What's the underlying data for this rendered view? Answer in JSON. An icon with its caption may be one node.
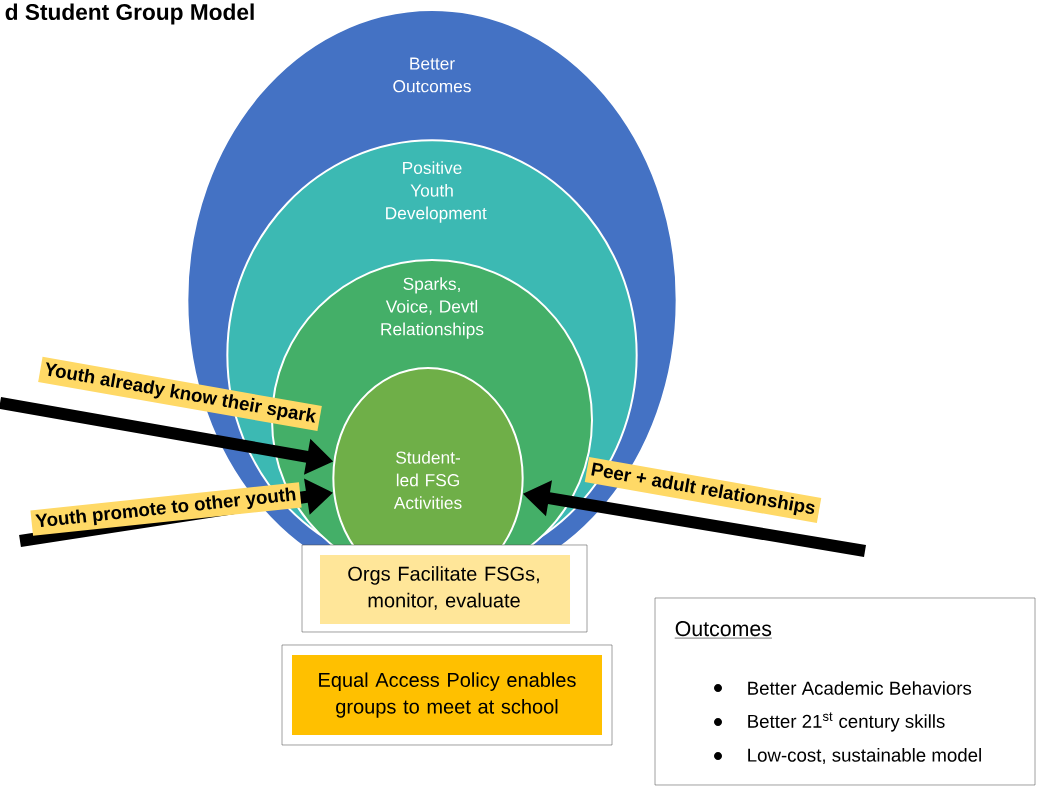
{
  "diagram": {
    "title": "d Student Group Model",
    "nodes": [
      {
        "text": [
          "Better Outcomes"
        ]
      },
      {
        "text": [
          "Positive Youth Development"
        ],
        "in": 0
      },
      {
        "text": [
          "Sparks, Voice, Devtl Relationships"
        ],
        "in": 1
      },
      {
        "text": [
          "Student-led FSG Activities"
        ],
        "in": 2
      },
      {
        "text": [
          "Orgs Facilitate FSGs, monitor, evaluate"
        ]
      },
      {
        "text": [
          "Equal Access Policy enables groups to meet at school"
        ]
      },
      {
        "text": [
          "Outcomes",
          "Better Academic Behaviors",
          "Better 21$^{st}$ century skills",
          "Low-cost, sustainable model"
        ]
      }
    ],
    "edges": [
      {
        "from": null,
        "to": 3,
        "arrow": "to",
        "label": "Youth already know their spark"
      },
      {
        "from": null,
        "to": 3,
        "arrow": "to",
        "label": "Youth promote to other youth"
      },
      {
        "from": null,
        "to": 3,
        "arrow": "to",
        "label": "Peer + adult relationships"
      }
    ]
  }
}
